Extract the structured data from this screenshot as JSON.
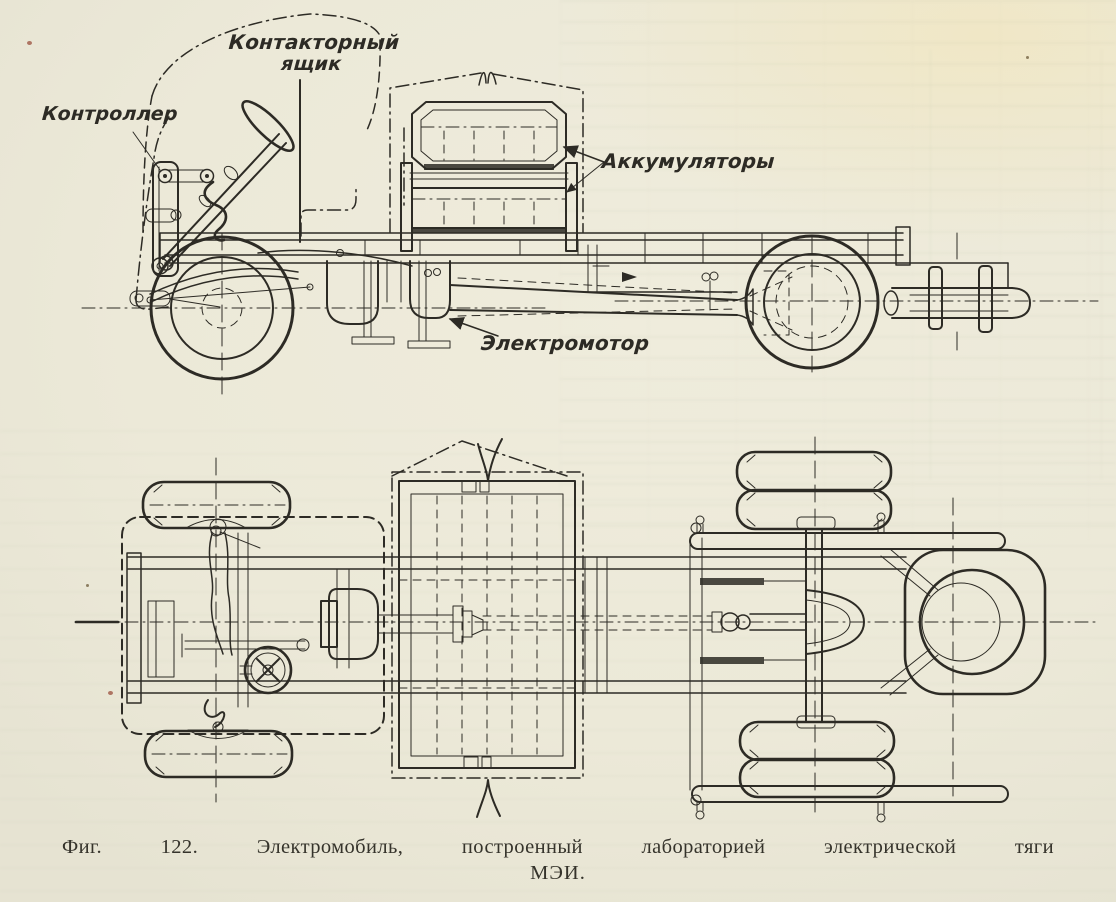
{
  "colors": {
    "paper": "#ece9d8",
    "paper_edge": "#f0e7c6",
    "ink": "#2d2b25"
  },
  "figure": {
    "caption_line1": "Фиг. 122. Электромобиль, построенный лабораторией электрической тяги",
    "caption_line2": "МЭИ."
  },
  "annotations": {
    "contactor_box_line1": "Контакторный",
    "contactor_box_line2": "ящик",
    "controller": "Контроллер",
    "batteries": "Аккумуляторы",
    "electric_motor": "Электромотор"
  }
}
